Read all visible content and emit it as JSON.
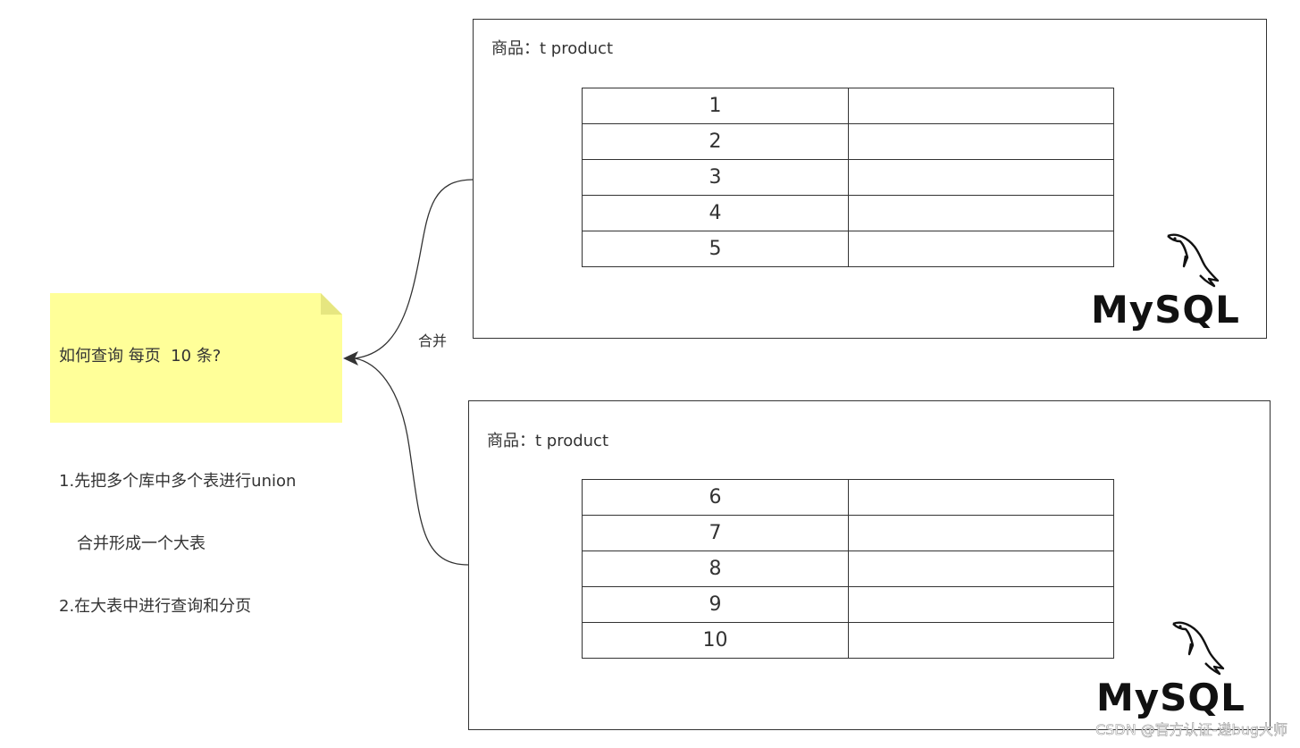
{
  "note": {
    "title": "如何查询 每页  10 条?",
    "line1": "1.先把多个库中多个表进行union",
    "line1b": "合并形成一个大表",
    "line2": "2.在大表中进行查询和分页",
    "fill_color": "#ffff99",
    "fold_color": "#e6e680"
  },
  "merge_label": "合并",
  "databases": [
    {
      "table_label": "商品：t product",
      "rows": [
        "1",
        "2",
        "3",
        "4",
        "5"
      ],
      "logo_text": "MySQL",
      "logo_icon": "mysql-dolphin-icon"
    },
    {
      "table_label": "商品：t product",
      "rows": [
        "6",
        "7",
        "8",
        "9",
        "10"
      ],
      "logo_text": "MySQL",
      "logo_icon": "mysql-dolphin-icon"
    }
  ],
  "watermark": "CSDN @官方认证-递bug大师",
  "colors": {
    "stroke": "#333333",
    "note_fill": "#ffff99"
  }
}
